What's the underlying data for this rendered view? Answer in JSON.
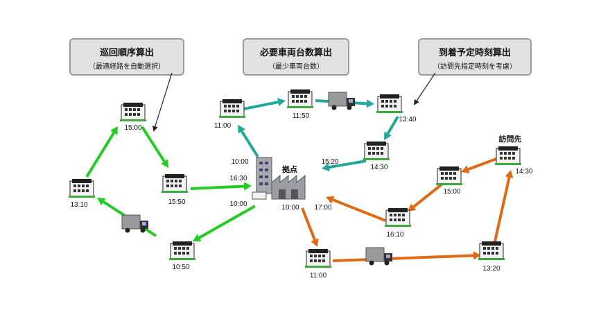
{
  "callouts": [
    {
      "title": "巡回順序算出",
      "subtitle": "（最適経路を自動選択）"
    },
    {
      "title": "必要車両台数算出",
      "subtitle": "（最少車両台数）"
    },
    {
      "title": "到着予定時刻算出",
      "subtitle": "（訪問先指定時刻を考慮）"
    }
  ],
  "depot_label": "拠点",
  "visit_label": "訪問先",
  "colors": {
    "green": "#22cc22",
    "teal": "#22a89a",
    "orange": "#e06a14"
  },
  "times": [
    "15:00",
    "13:10",
    "15:50",
    "10:50",
    "16:30",
    "10:00",
    "11:00",
    "10:00",
    "11:50",
    "13:40",
    "14:30",
    "15:20",
    "10:00",
    "17:00",
    "14:30",
    "15:00",
    "16:10",
    "11:00",
    "13:20"
  ]
}
